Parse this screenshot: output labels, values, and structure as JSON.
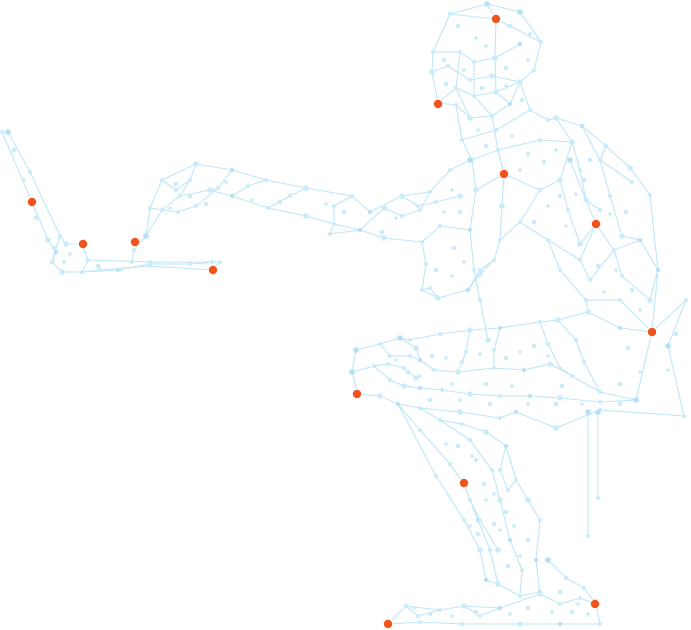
{
  "figure": {
    "subject": "seated-person-wireframe",
    "line_color": "#bfe6f8",
    "node_color": "#c9ecfb",
    "keypoint_color": "#f0531c",
    "background": "#ffffff",
    "keypoints": [
      "head-top",
      "face",
      "neck",
      "shoulder",
      "elbow",
      "wrist",
      "hand",
      "fingertip",
      "laptop-corner",
      "hip",
      "knee",
      "ankle",
      "foot"
    ]
  }
}
